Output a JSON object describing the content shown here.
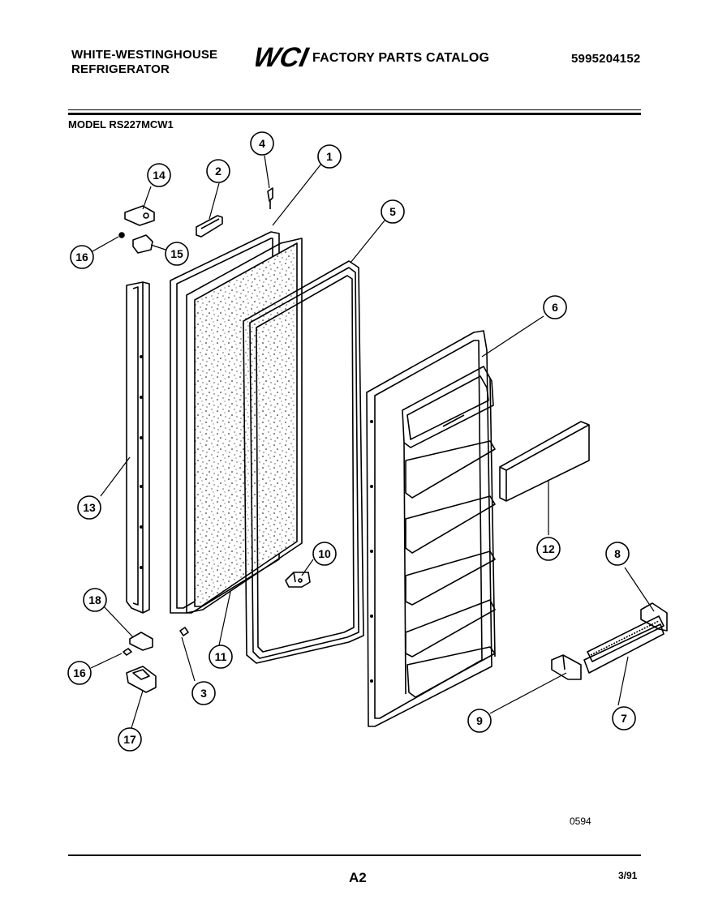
{
  "header": {
    "brand_line1": "WHITE-WESTINGHOUSE",
    "brand_line2": "REFRIGERATOR",
    "logo_text": "WCI",
    "catalog_title": "FACTORY PARTS CATALOG",
    "document_number": "5995204152"
  },
  "model_label": "MODEL RS227MCW1",
  "callouts": [
    "1",
    "2",
    "3",
    "4",
    "5",
    "6",
    "7",
    "8",
    "9",
    "10",
    "11",
    "12",
    "13",
    "14",
    "15",
    "16",
    "16",
    "17",
    "18"
  ],
  "footer": {
    "reference_code": "0594",
    "page_id": "A2",
    "date": "3/91"
  }
}
